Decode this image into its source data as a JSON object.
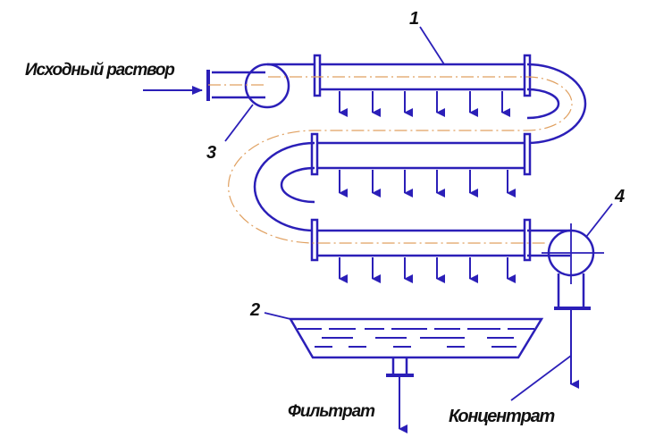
{
  "labels": {
    "input": "Исходный раствор",
    "filtrate": "Фильтрат",
    "concentrate": "Концентрат"
  },
  "callouts": {
    "n1": "1",
    "n2": "2",
    "n3": "3",
    "n4": "4"
  },
  "colors": {
    "line": "#2b1fb8",
    "axis": "#e0a060",
    "text": "#111111"
  }
}
